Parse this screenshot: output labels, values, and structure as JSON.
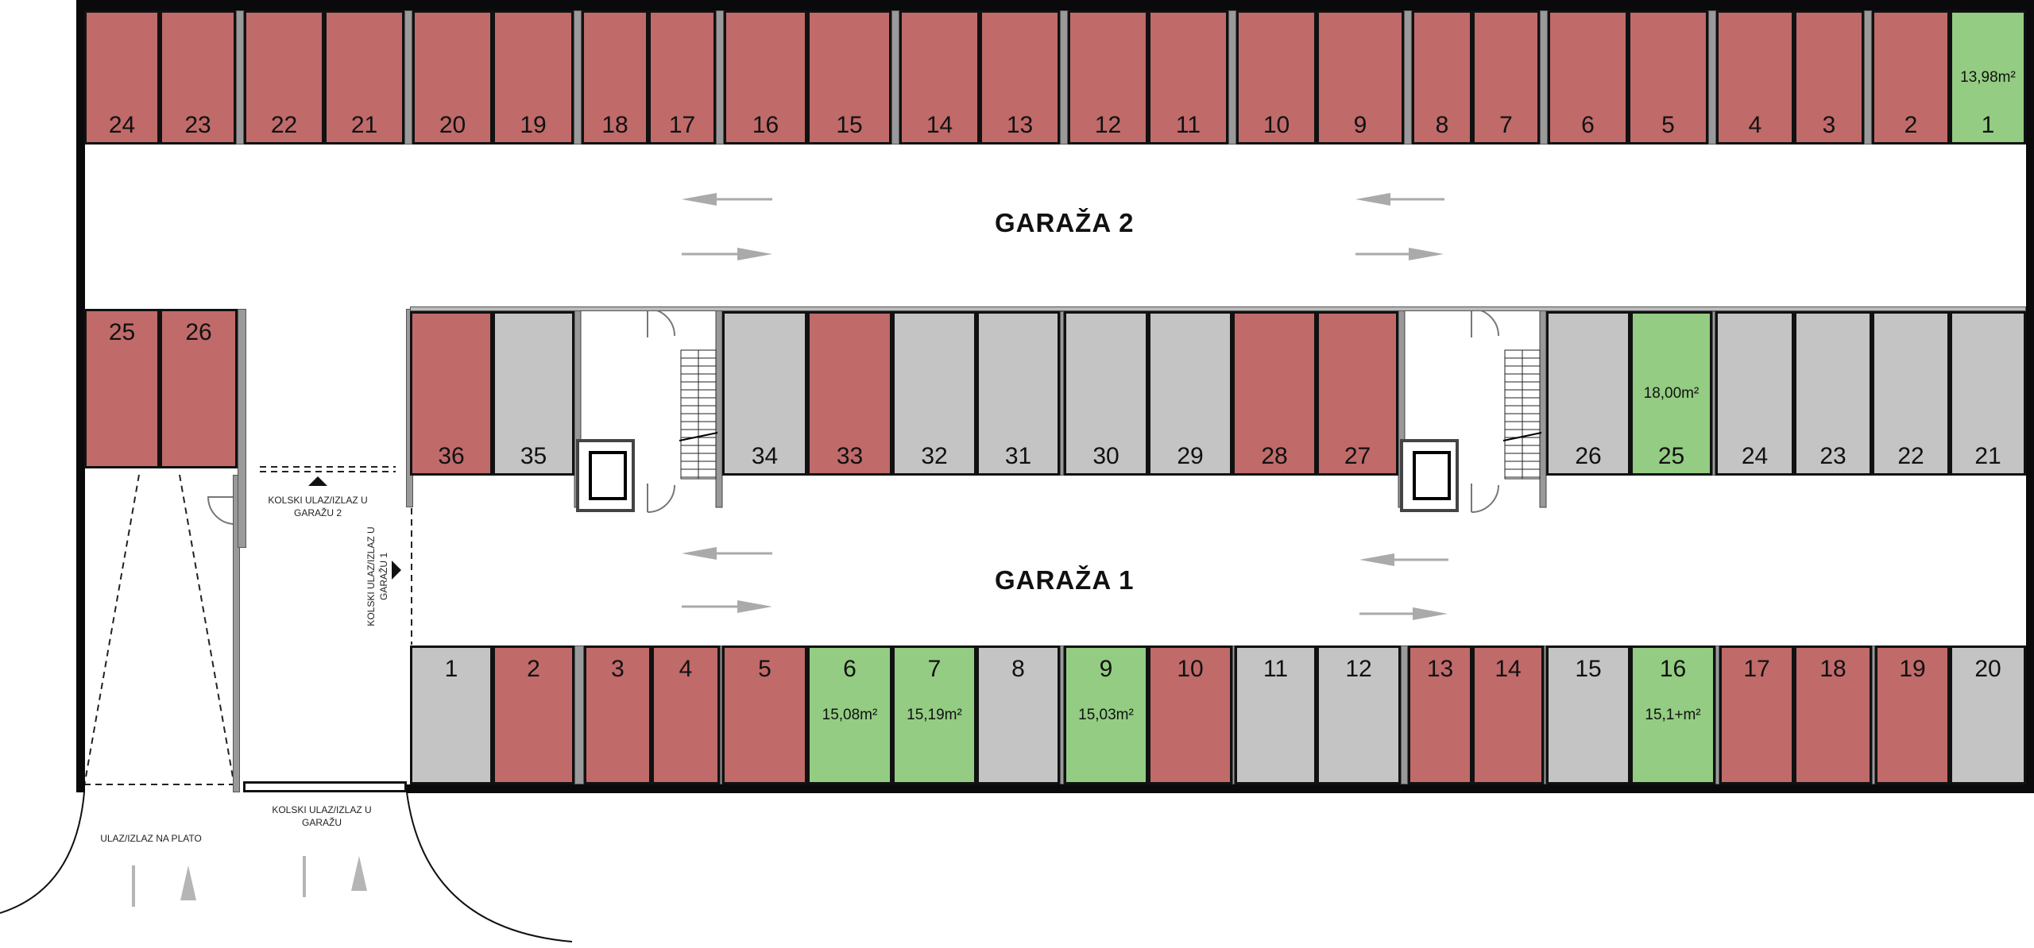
{
  "colors": {
    "sold": "#c06a6a",
    "available": "#93cc82",
    "other": "#c4c4c4"
  },
  "garage2": {
    "title": "GARAŽA 2",
    "top_row": [
      {
        "num": "24",
        "color": "#c06a6a"
      },
      {
        "num": "23",
        "color": "#c06a6a"
      },
      {
        "num": "22",
        "color": "#c06a6a"
      },
      {
        "num": "21",
        "color": "#c06a6a"
      },
      {
        "num": "20",
        "color": "#c06a6a"
      },
      {
        "num": "19",
        "color": "#c06a6a"
      },
      {
        "num": "18",
        "color": "#c06a6a"
      },
      {
        "num": "17",
        "color": "#c06a6a"
      },
      {
        "num": "16",
        "color": "#c06a6a"
      },
      {
        "num": "15",
        "color": "#c06a6a"
      },
      {
        "num": "14",
        "color": "#c06a6a"
      },
      {
        "num": "13",
        "color": "#c06a6a"
      },
      {
        "num": "12",
        "color": "#c06a6a"
      },
      {
        "num": "11",
        "color": "#c06a6a"
      },
      {
        "num": "10",
        "color": "#c06a6a"
      },
      {
        "num": "9",
        "color": "#c06a6a"
      },
      {
        "num": "8",
        "color": "#c06a6a"
      },
      {
        "num": "7",
        "color": "#c06a6a"
      },
      {
        "num": "6",
        "color": "#c06a6a"
      },
      {
        "num": "5",
        "color": "#c06a6a"
      },
      {
        "num": "4",
        "color": "#c06a6a"
      },
      {
        "num": "3",
        "color": "#c06a6a"
      },
      {
        "num": "2",
        "color": "#c06a6a"
      },
      {
        "num": "1",
        "color": "#93cc82",
        "area": "13,98m²"
      }
    ],
    "west_row": [
      {
        "num": "25",
        "color": "#c06a6a"
      },
      {
        "num": "26",
        "color": "#c06a6a"
      }
    ]
  },
  "garage1": {
    "title": "GARAŽA 1",
    "middle_row": [
      {
        "num": "36",
        "color": "#c06a6a"
      },
      {
        "num": "35",
        "color": "#c4c4c4"
      },
      {
        "num": "34",
        "color": "#c4c4c4"
      },
      {
        "num": "33",
        "color": "#c06a6a"
      },
      {
        "num": "32",
        "color": "#c4c4c4"
      },
      {
        "num": "31",
        "color": "#c4c4c4"
      },
      {
        "num": "30",
        "color": "#c4c4c4"
      },
      {
        "num": "29",
        "color": "#c4c4c4"
      },
      {
        "num": "28",
        "color": "#c06a6a"
      },
      {
        "num": "27",
        "color": "#c06a6a"
      },
      {
        "num": "26",
        "color": "#c4c4c4"
      },
      {
        "num": "25",
        "color": "#93cc82",
        "area": "18,00m²"
      },
      {
        "num": "24",
        "color": "#c4c4c4"
      },
      {
        "num": "23",
        "color": "#c4c4c4"
      },
      {
        "num": "22",
        "color": "#c4c4c4"
      },
      {
        "num": "21",
        "color": "#c4c4c4"
      }
    ],
    "bottom_row": [
      {
        "num": "1",
        "color": "#c4c4c4"
      },
      {
        "num": "2",
        "color": "#c06a6a"
      },
      {
        "num": "3",
        "color": "#c06a6a"
      },
      {
        "num": "4",
        "color": "#c06a6a"
      },
      {
        "num": "5",
        "color": "#c06a6a"
      },
      {
        "num": "6",
        "color": "#93cc82",
        "area": "15,08m²"
      },
      {
        "num": "7",
        "color": "#93cc82",
        "area": "15,19m²"
      },
      {
        "num": "8",
        "color": "#c4c4c4"
      },
      {
        "num": "9",
        "color": "#93cc82",
        "area": "15,03m²"
      },
      {
        "num": "10",
        "color": "#c06a6a"
      },
      {
        "num": "11",
        "color": "#c4c4c4"
      },
      {
        "num": "12",
        "color": "#c4c4c4"
      },
      {
        "num": "13",
        "color": "#c06a6a"
      },
      {
        "num": "14",
        "color": "#c06a6a"
      },
      {
        "num": "15",
        "color": "#c4c4c4"
      },
      {
        "num": "16",
        "color": "#93cc82",
        "area": "15,1+m²"
      },
      {
        "num": "17",
        "color": "#c06a6a"
      },
      {
        "num": "18",
        "color": "#c06a6a"
      },
      {
        "num": "19",
        "color": "#c06a6a"
      },
      {
        "num": "20",
        "color": "#c4c4c4"
      }
    ]
  },
  "labels": {
    "entry_g2_line1": "KOLSKI ULAZ/IZLAZ U",
    "entry_g2_line2": "GARAŽU 2",
    "entry_g1_line1": "KOLSKI ULAZ/IZLAZ U",
    "entry_g1_line2": "GARAŽU 1",
    "entry_garage_line1": "KOLSKI ULAZ/IZLAZ U",
    "entry_garage_line2": "GARAŽU",
    "entry_plateau": "ULAZ/IZLAZ NA PLATO"
  }
}
